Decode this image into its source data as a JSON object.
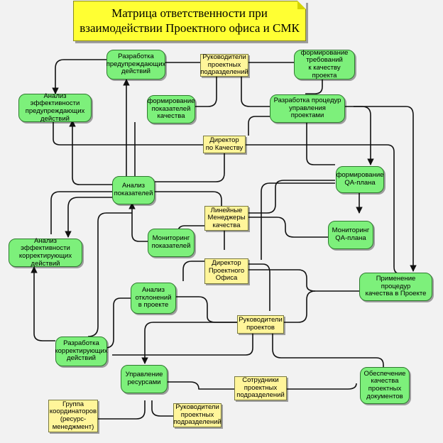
{
  "title": "Матрица ответственности при\nвзаимодействии Проектного офиса и СМК",
  "processes": {
    "prevent_dev": "Разработка\nпредупреждающих\nдействий",
    "req_form": "формирование\nтребований\nк качеству проекта",
    "prevent_eff": "Анализ эффективности\nпредупреждающих\nдействий",
    "indicators_form": "формирование\nпоказателей\nкачества",
    "pm_proc_dev": "Разработка процедур\nуправления проектами",
    "qa_plan": "формирование\nQA-плана",
    "ind_analysis": "Анализ\nпоказателей",
    "qa_monitor": "Мониторинг\nQA-плана",
    "ind_monitor": "Мониторинг\nпоказателей",
    "corr_eff": "Анализ эффективности\nкорректирующих\nдействий",
    "proc_apply": "Применение процедур\nкачества в Проекте",
    "dev_analysis": "Анализ\nотклонений\nв проекте",
    "corr_dev": "Разработка\nкорректирующих\nдействий",
    "resources": "Управление\nресурсами",
    "docs": "Обеспечение\nкачества\nпроектных\nдокументов"
  },
  "roles": {
    "dept_heads_top": "Руководители\nпроектных\nподразделений",
    "quality_director": "Директор\nпо Качеству",
    "line_managers": "Линейные\nМенеджеры\nкачества",
    "po_director": "Директор\nПроектного\nОфиса",
    "project_heads": "Руководители\nпроектов",
    "staff": "Сотрудники\nпроектных\nподразделений",
    "coordinators": "Группа\nкоординаторов\n(ресурс-\nменеджмент)",
    "dept_heads_bottom": "Руководители\nпроектных\nподразделений"
  },
  "colors": {
    "process_fill": "#7df07b",
    "role_fill": "#fff59a",
    "title_fill": "#ffff33",
    "connector": "#111111"
  }
}
